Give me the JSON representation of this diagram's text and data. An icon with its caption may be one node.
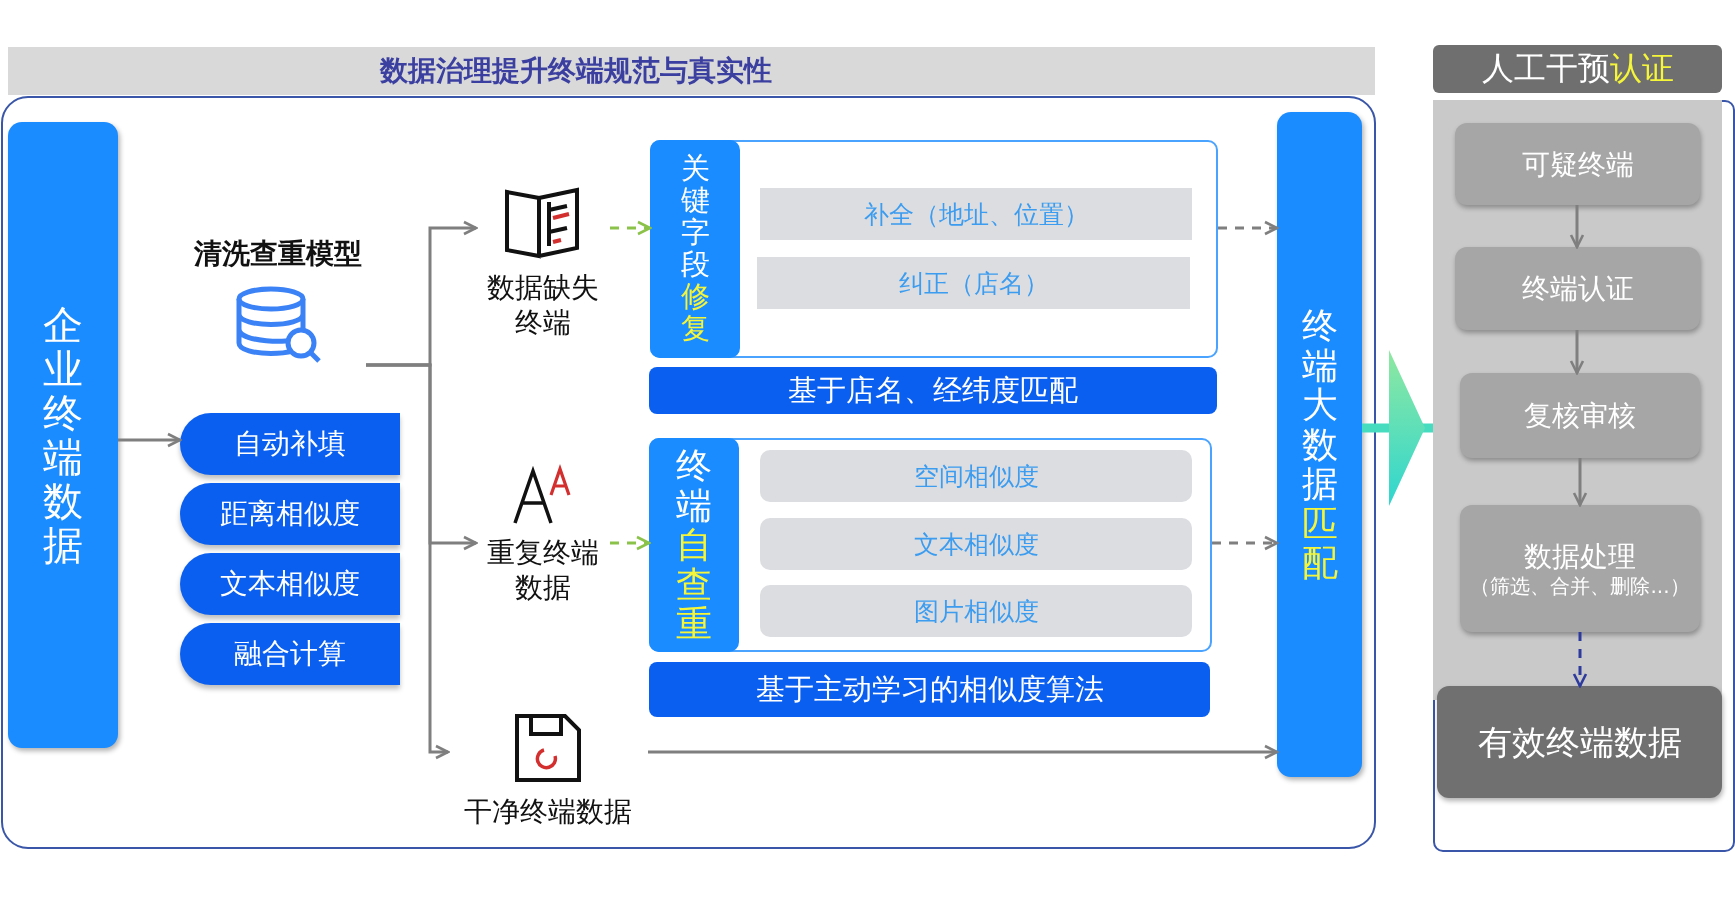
{
  "diagram": {
    "title": "数据治理提升终端规范与真实性",
    "nodes": [
      {
        "text": [
          "企业终端数据"
        ]
      },
      {
        "text": [
          "清洗查重模型"
        ]
      },
      {
        "text": [
          "自动补填"
        ]
      },
      {
        "text": [
          "距离相似度"
        ]
      },
      {
        "text": [
          "文本相似度"
        ]
      },
      {
        "text": [
          "融合计算"
        ]
      },
      {
        "text": [
          "数据缺失终端"
        ]
      },
      {
        "text": [
          "重复终端数据"
        ]
      },
      {
        "text": [
          "干净终端数据"
        ]
      },
      {
        "text": [
          "关键字段**修复**"
        ]
      },
      {
        "text": [
          "补全（地址、位置）"
        ],
        "in": 9
      },
      {
        "text": [
          "纠正（店名）"
        ],
        "in": 9
      },
      {
        "text": [
          "基于店名、经纬度匹配"
        ]
      },
      {
        "text": [
          "终端**自查重**"
        ]
      },
      {
        "text": [
          "空间相似度"
        ],
        "in": 13
      },
      {
        "text": [
          "文本相似度"
        ],
        "in": 13
      },
      {
        "text": [
          "图片相似度"
        ],
        "in": 13
      },
      {
        "text": [
          "基于主动学习的相似度算法"
        ]
      },
      {
        "text": [
          "终端大数据**匹配**"
        ]
      },
      {
        "text": [
          "人工干预**认证**"
        ]
      },
      {
        "text": [
          "可疑终端"
        ],
        "in": 19
      },
      {
        "text": [
          "终端认证"
        ],
        "in": 19
      },
      {
        "text": [
          "复核审核"
        ],
        "in": 19
      },
      {
        "text": [
          "数据处理",
          "（筛选、合并、删除...）"
        ],
        "in": 19
      },
      {
        "text": [
          "有效终端数据"
        ],
        "in": 19
      }
    ],
    "edges": [
      {
        "from": 0,
        "to": 2,
        "arrow": "to"
      },
      {
        "from": 1,
        "to": 6,
        "arrow": "to"
      },
      {
        "from": 1,
        "to": 7,
        "arrow": "to"
      },
      {
        "from": 1,
        "to": 8,
        "arrow": "to"
      },
      {
        "from": 6,
        "to": 9,
        "arrow": "to",
        "style": "dashed",
        "color": "#8bc34a"
      },
      {
        "from": 7,
        "to": 13,
        "arrow": "to",
        "style": "dashed",
        "color": "#8bc34a"
      },
      {
        "from": 9,
        "to": 18,
        "arrow": "to",
        "style": "dashed"
      },
      {
        "from": 13,
        "to": 18,
        "arrow": "to",
        "style": "dashed"
      },
      {
        "from": 8,
        "to": 18,
        "arrow": "to"
      },
      {
        "from": 18,
        "to": 19,
        "arrow": "to",
        "style": "thick",
        "color": "#46dcc0"
      },
      {
        "from": 20,
        "to": 21,
        "arrow": "to"
      },
      {
        "from": 21,
        "to": 22,
        "arrow": "to"
      },
      {
        "from": 22,
        "to": 23,
        "arrow": "to"
      },
      {
        "from": 23,
        "to": 24,
        "arrow": "to",
        "style": "dashed",
        "color": "#2e3b9e"
      }
    ]
  }
}
